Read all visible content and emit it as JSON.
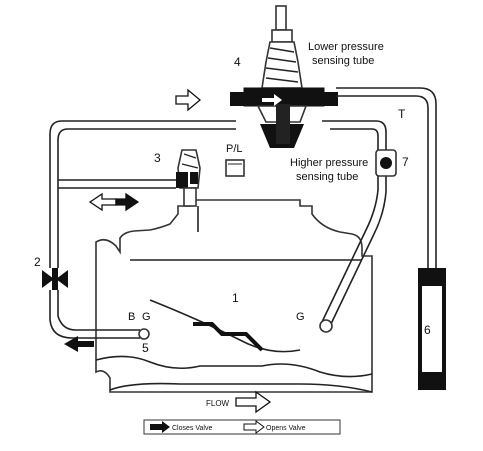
{
  "labels": {
    "lower_pressure_line1": "Lower pressure",
    "lower_pressure_line2": "sensing tube",
    "higher_pressure_line1": "Higher pressure",
    "higher_pressure_line2": "sensing tube",
    "num_1": "1",
    "num_2": "2",
    "num_3": "3",
    "num_4": "4",
    "num_5": "5",
    "num_6": "6",
    "num_7": "7",
    "pl": "P/L",
    "t": "T",
    "b": "B",
    "g_left": "G",
    "g_right": "G",
    "flow": "FLOW"
  },
  "legend": {
    "closes": "Closes Valve",
    "opens": "Opens Valve"
  },
  "colors": {
    "line": "#222222",
    "fill_dark": "#111111",
    "fill_light": "#ffffff"
  }
}
